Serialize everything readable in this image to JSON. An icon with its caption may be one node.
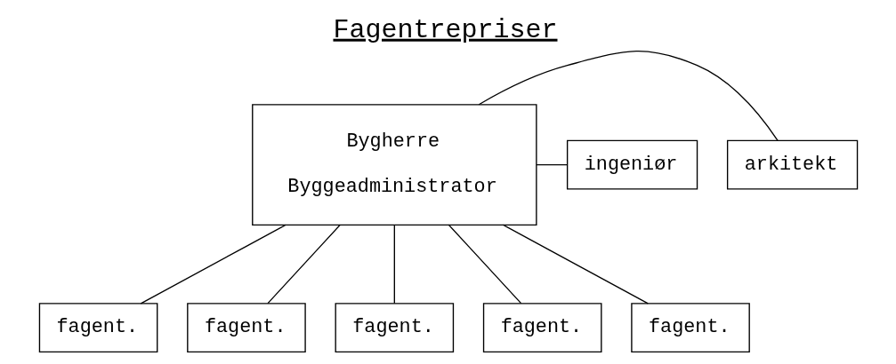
{
  "diagram": {
    "title": "Fagentrepriser",
    "nodes": [
      {
        "text": [
          "Bygherre",
          "Byggeadministrator"
        ]
      },
      {
        "text": [
          "arkitekt"
        ]
      },
      {
        "text": [
          "ingeniør"
        ]
      },
      {
        "text": [
          "fagent."
        ]
      },
      {
        "text": [
          "fagent."
        ]
      },
      {
        "text": [
          "fagent."
        ]
      },
      {
        "text": [
          "fagent."
        ]
      },
      {
        "text": [
          "fagent."
        ]
      }
    ],
    "edges": [
      {
        "from": 0,
        "to": 1,
        "arrow": "none"
      },
      {
        "from": 0,
        "to": 2,
        "arrow": "none"
      },
      {
        "from": 0,
        "to": 3,
        "arrow": "none"
      },
      {
        "from": 0,
        "to": 4,
        "arrow": "none"
      },
      {
        "from": 0,
        "to": 5,
        "arrow": "none"
      },
      {
        "from": 0,
        "to": 6,
        "arrow": "none"
      },
      {
        "from": 0,
        "to": 7,
        "arrow": "none"
      }
    ]
  }
}
